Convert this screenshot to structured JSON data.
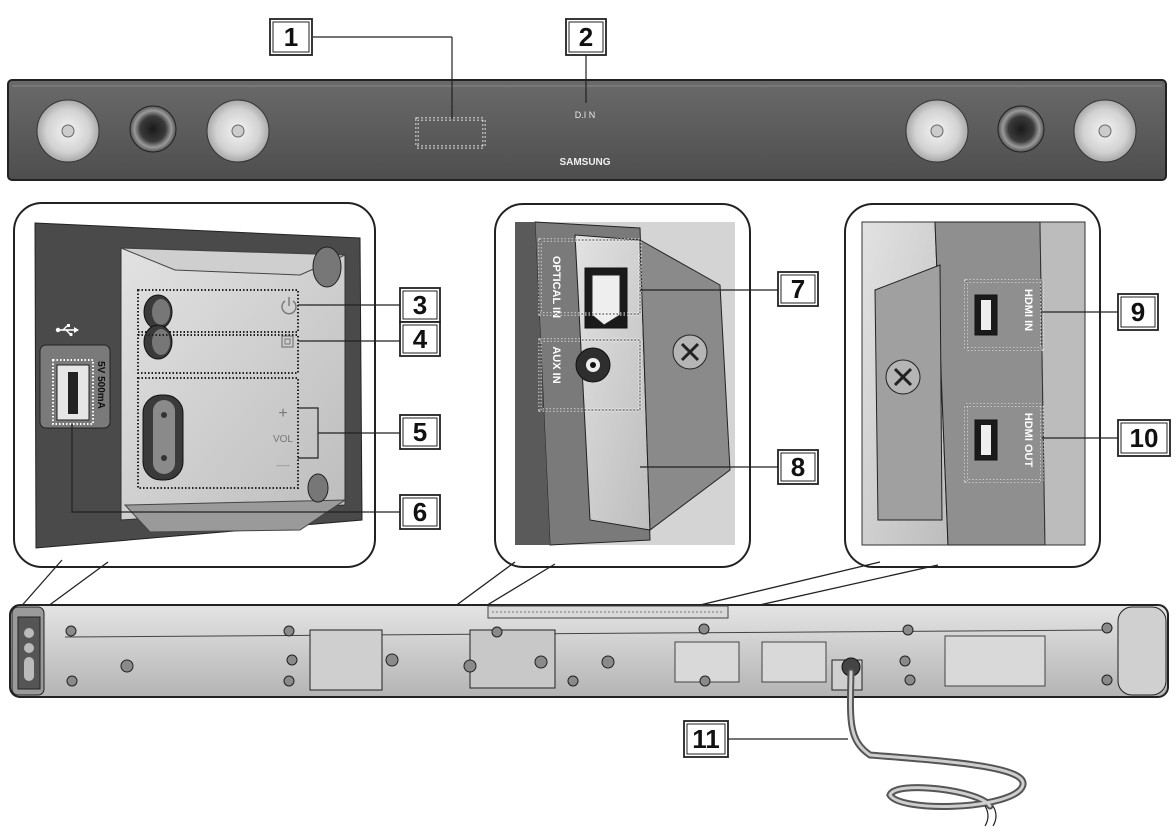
{
  "front": {
    "display_text": "D.I N",
    "brand": "SAMSUNG"
  },
  "side_panel": {
    "usb_rating": "5V 500mA",
    "usb_symbol": "usb-icon",
    "power_symbol": "power-icon",
    "function_symbol": "function-icon",
    "vol_label": "VOL",
    "vol_plus": "+",
    "vol_minus": "-----"
  },
  "ports": {
    "optical_label": "OPTICAL IN",
    "aux_label": "AUX IN",
    "hdmi_in_label": "HDMI IN",
    "hdmi_out_label": "HDMI OUT"
  },
  "callouts": [
    "1",
    "2",
    "3",
    "4",
    "5",
    "6",
    "7",
    "8",
    "9",
    "10",
    "11"
  ],
  "colors": {
    "bar_body": "#5c5c5c",
    "outline": "#222222",
    "panel_bg": "#d8d8d8"
  }
}
